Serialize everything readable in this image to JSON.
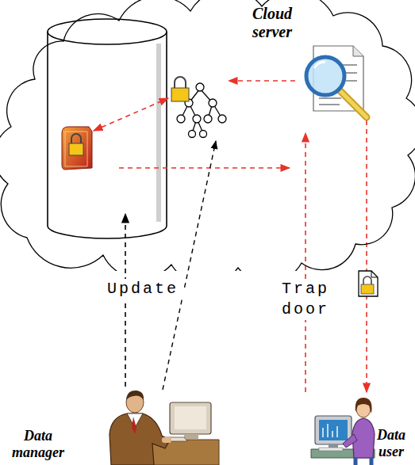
{
  "diagram": {
    "nodes": [
      {
        "text": [
          "Cloud server"
        ]
      },
      {
        "text": [
          "Data manager"
        ]
      },
      {
        "text": [
          "Data user"
        ]
      }
    ],
    "edges": [
      {
        "from": 1,
        "to": 0,
        "label": "Update",
        "arrow": "to"
      },
      {
        "from": 2,
        "to": 0,
        "label": "Trap door",
        "arrow": "to"
      },
      {
        "from": 0,
        "to": 2,
        "arrow": "to"
      }
    ]
  }
}
